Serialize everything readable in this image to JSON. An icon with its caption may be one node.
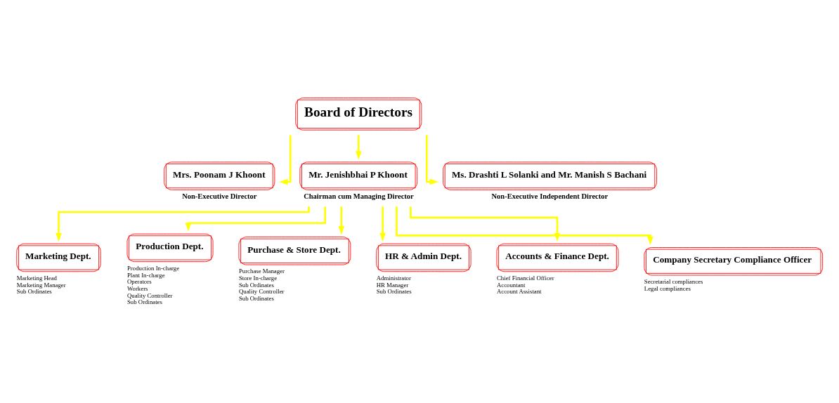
{
  "diagram": {
    "nodes": [
      {
        "text": [
          "Board of Directors"
        ]
      },
      {
        "text": [
          "Mrs. Poonam J Khoont"
        ],
        "beside": [
          "Non-Executive Director"
        ]
      },
      {
        "text": [
          "Mr. Jenishbhai P Khoont"
        ],
        "beside": [
          "Chairman cum Managing Director"
        ]
      },
      {
        "text": [
          "Ms. Drashti L Solanki and Mr. Manish S Bachani"
        ],
        "beside": [
          "Non-Executive Independent Director"
        ]
      },
      {
        "text": [
          "Marketing Dept."
        ],
        "beside": [
          "Marketing Head",
          "Marketing Manager",
          "Sub Ordinates"
        ]
      },
      {
        "text": [
          "Production Dept."
        ],
        "beside": [
          "Production In-charge",
          "Plant In-charge",
          "Operators",
          "Workers",
          "Quality Controller",
          "Sub Ordinates"
        ]
      },
      {
        "text": [
          "Purchase & Store Dept."
        ],
        "beside": [
          "Purchase Manager",
          "Store In-charge",
          "Sub Ordinates",
          "Quality Controller",
          "Sub Ordinates"
        ]
      },
      {
        "text": [
          "HR & Admin Dept."
        ],
        "beside": [
          "Administrator",
          "HR Manager",
          "Sub Ordinates"
        ]
      },
      {
        "text": [
          "Accounts & Finance Dept."
        ],
        "beside": [
          "Chief Financial Officer",
          "Accountant",
          "Account Assistant"
        ]
      },
      {
        "text": [
          "Company Secretary Compliance Officer"
        ],
        "beside": [
          "Secretarial compliances",
          "Legal compliances"
        ]
      }
    ],
    "edges": [
      {
        "from": 0,
        "to": 1,
        "arrow": "to"
      },
      {
        "from": 0,
        "to": 2,
        "arrow": "to"
      },
      {
        "from": 0,
        "to": 3,
        "arrow": "to"
      },
      {
        "from": 2,
        "to": 4,
        "arrow": "to"
      },
      {
        "from": 2,
        "to": 5,
        "arrow": "to"
      },
      {
        "from": 2,
        "to": 6,
        "arrow": "to"
      },
      {
        "from": 2,
        "to": 7,
        "arrow": "to"
      },
      {
        "from": 2,
        "to": 8,
        "arrow": "to"
      },
      {
        "from": 2,
        "to": 9,
        "arrow": "to"
      }
    ]
  }
}
